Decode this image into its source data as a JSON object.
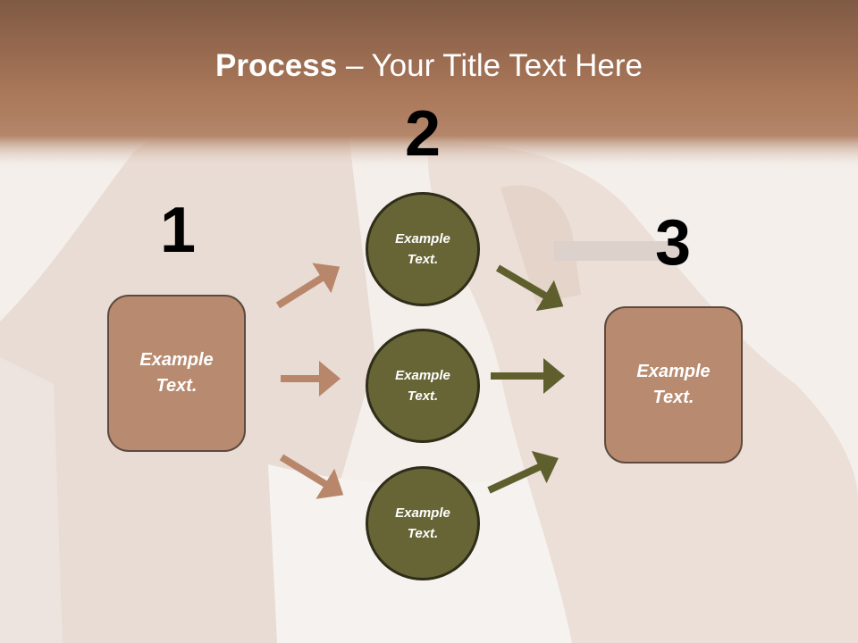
{
  "title": {
    "bold": "Process",
    "rest": " – Your Title Text Here"
  },
  "steps": {
    "one": "1",
    "two": "2",
    "three": "3"
  },
  "nodes": {
    "left": "Example Text.",
    "circle_top": "Example Text.",
    "circle_mid": "Example Text.",
    "circle_bottom": "Example Text.",
    "right": "Example Text."
  },
  "colors": {
    "header_band": "#a87559",
    "box_fill": "#b88b70",
    "circle_fill": "#676536",
    "arrow_left": "#b8876b",
    "arrow_right": "#5f5f2e"
  }
}
